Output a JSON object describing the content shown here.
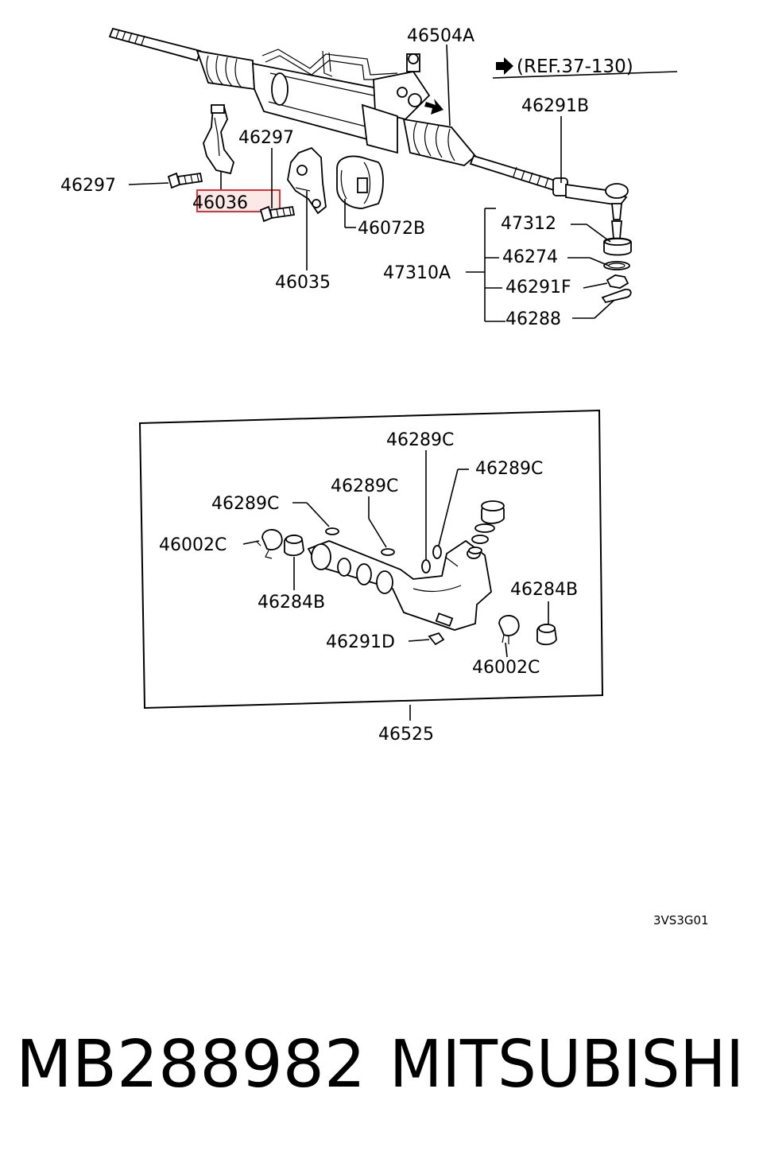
{
  "reference": "(REF.37-130)",
  "callouts": {
    "c46504A": "46504A",
    "c46291B": "46291B",
    "c46297_top": "46297",
    "c46297_left": "46297",
    "c46036": "46036",
    "c46072B": "46072B",
    "c46035": "46035",
    "c47312": "47312",
    "c46274": "46274",
    "c47310A": "47310A",
    "c46291F": "46291F",
    "c46288": "46288",
    "c46289C_a": "46289C",
    "c46289C_b": "46289C",
    "c46289C_c": "46289C",
    "c46289C_d": "46289C",
    "c46002C_left": "46002C",
    "c46002C_right": "46002C",
    "c46284B_left": "46284B",
    "c46284B_right": "46284B",
    "c46291D": "46291D",
    "c46525": "46525"
  },
  "highlighted_part": "46036",
  "highlight_color": "#e0303a",
  "drawing_code": "3VS3G01",
  "part_number": "MB288982",
  "brand": "MITSUBISHI"
}
